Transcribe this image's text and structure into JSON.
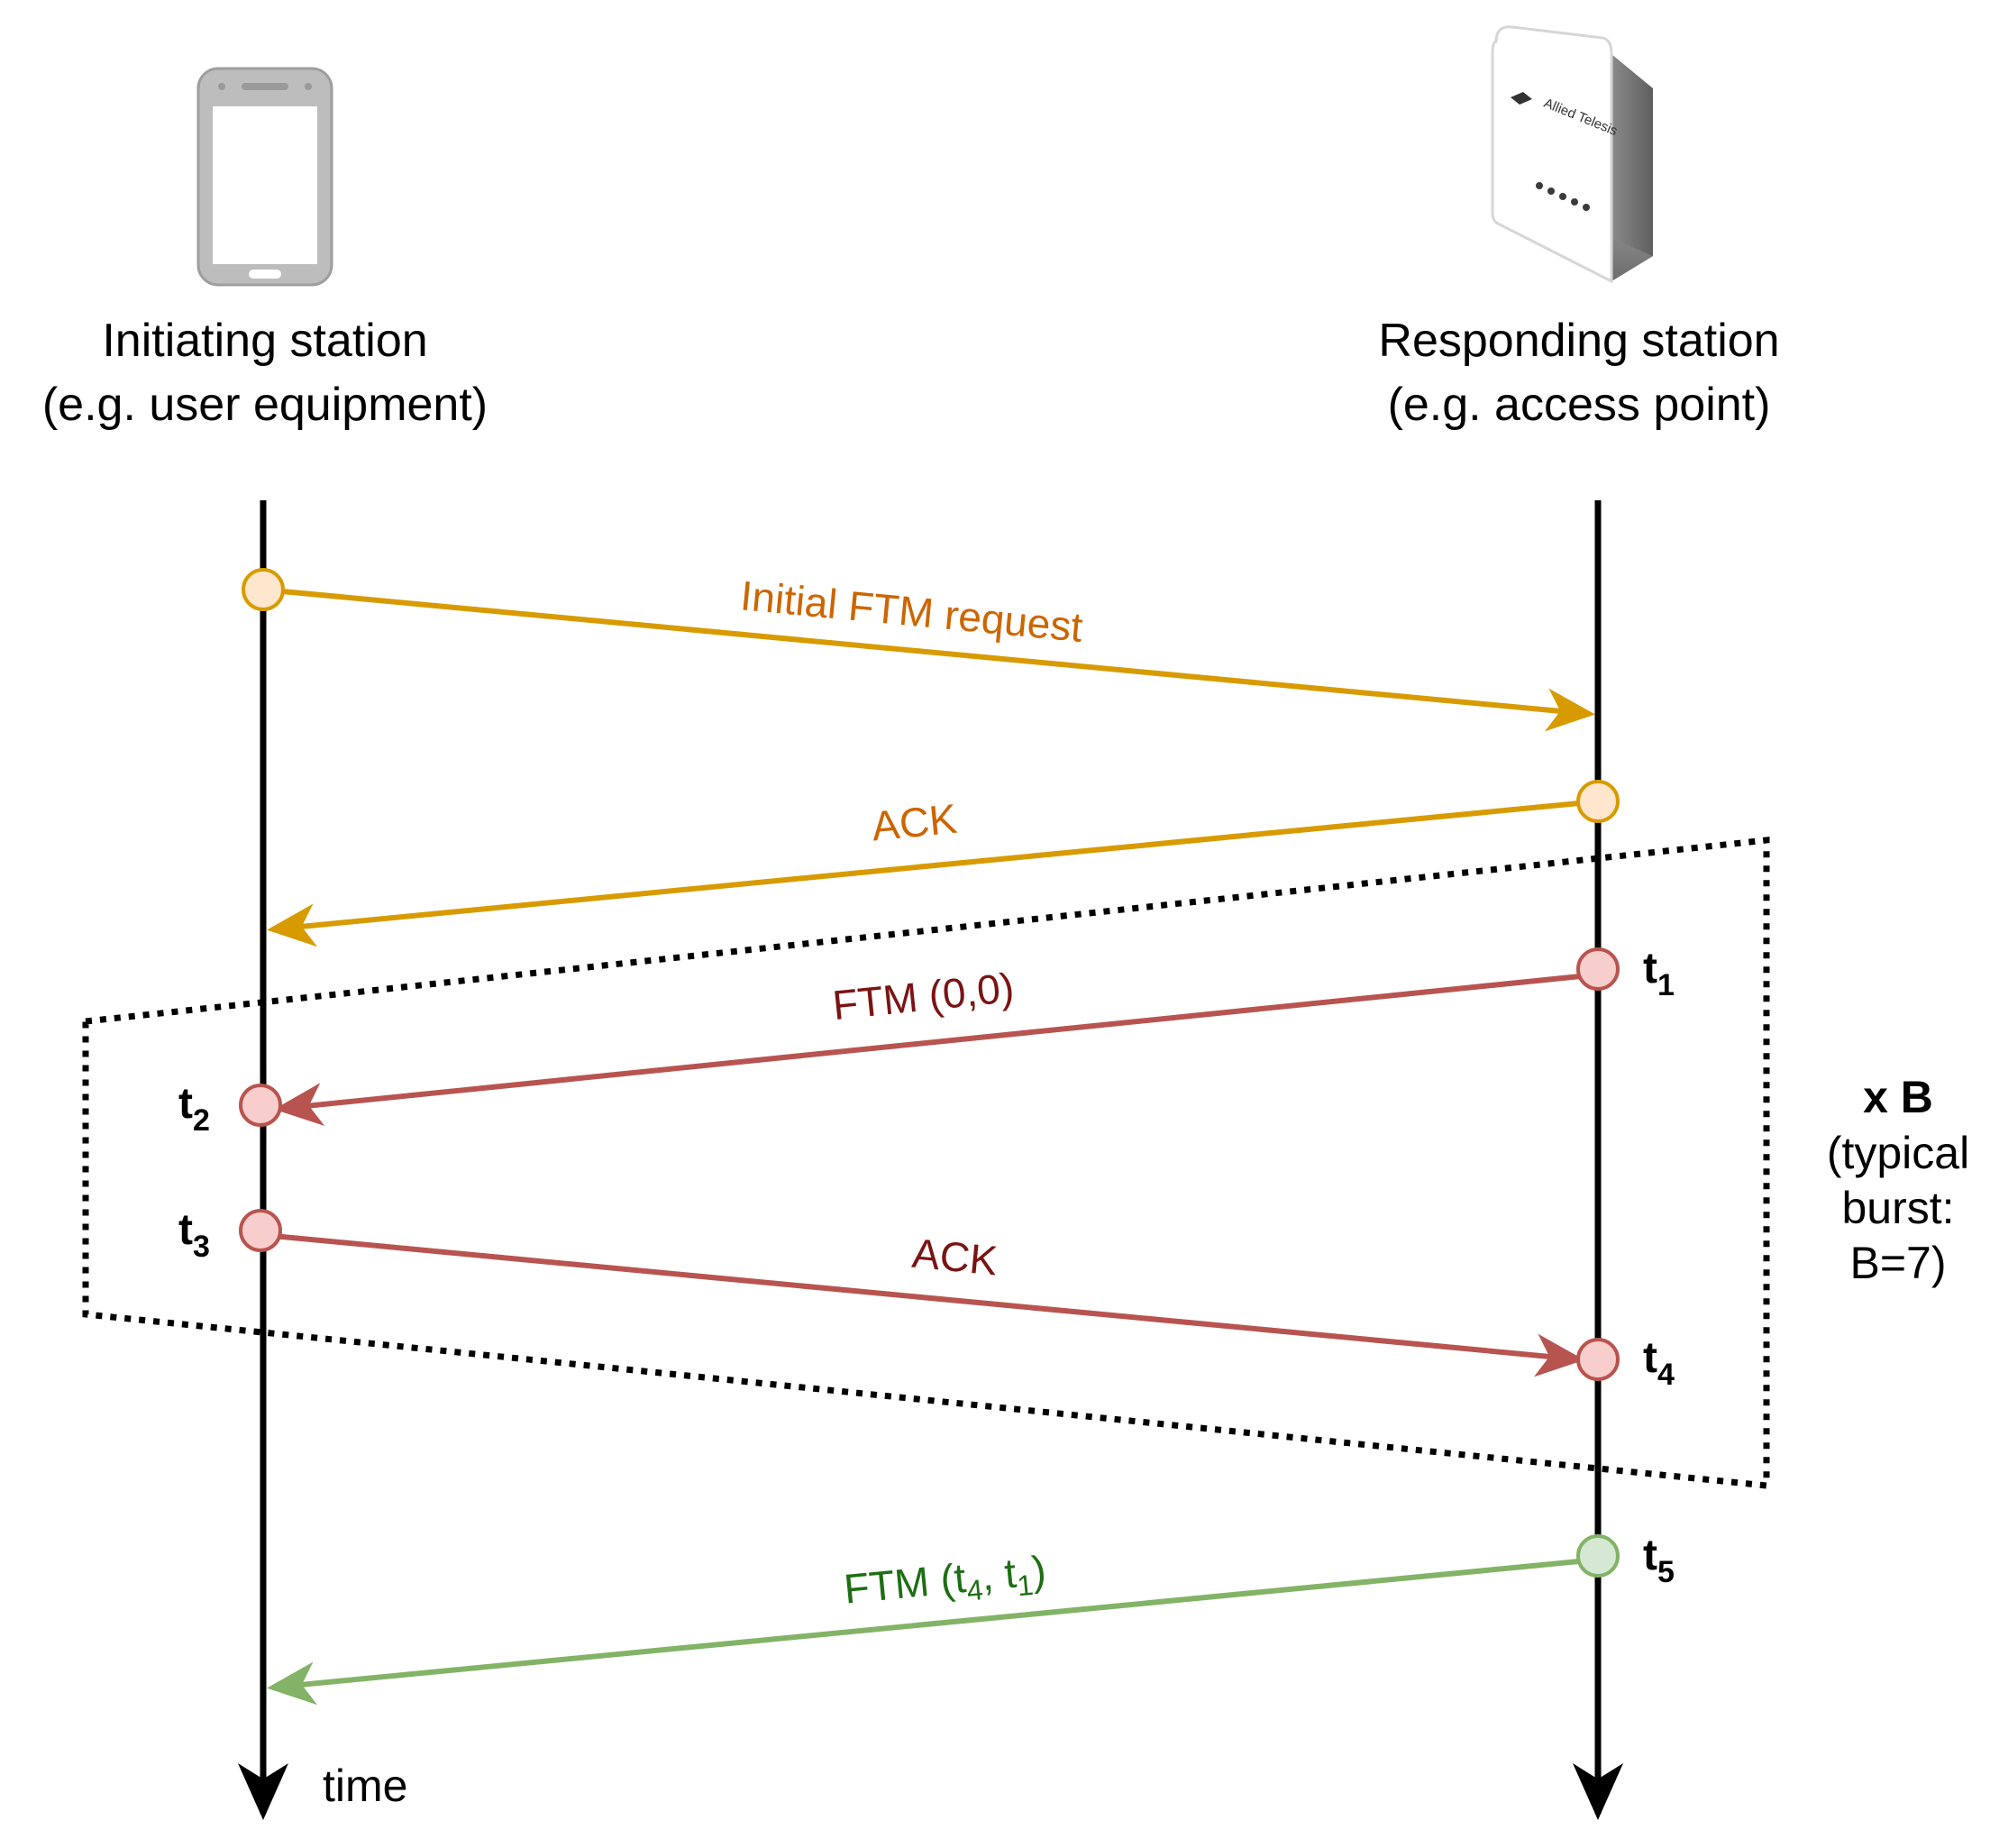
{
  "colors": {
    "request": "#d79b00",
    "request_text": "#cc6600",
    "request_node_fill": "#ffe6cc",
    "ftm": "#b85450",
    "ftm_text": "#7a1414",
    "ftm_node_fill": "#f8cecc",
    "final": "#82b366",
    "final_text": "#1e6e14",
    "final_node_fill": "#d5e8d4",
    "timeline": "#000000"
  },
  "initiator": {
    "icon": "smartphone-icon",
    "title": "Initiating station",
    "subtitle": "(e.g. user equipment)"
  },
  "responder": {
    "icon": "access-point-icon",
    "title": "Responding station",
    "subtitle": "(e.g. access point)",
    "brand": "Allied Telesis"
  },
  "messages": {
    "initial_request": "Initial FTM request",
    "ack1": "ACK",
    "ftm00": "FTM (0,0)",
    "ack2": "ACK",
    "ftm_final_prefix": "FTM (t",
    "ftm_final_sub1": "4",
    "ftm_final_mid": ", t",
    "ftm_final_sub2": "1",
    "ftm_final_suffix": ")"
  },
  "timestamps": {
    "t1": {
      "base": "t",
      "sub": "1"
    },
    "t2": {
      "base": "t",
      "sub": "2"
    },
    "t3": {
      "base": "t",
      "sub": "3"
    },
    "t4": {
      "base": "t",
      "sub": "4"
    },
    "t5": {
      "base": "t",
      "sub": "5"
    }
  },
  "burst": {
    "line1": "x B",
    "line2": "(typical",
    "line3": "burst:",
    "line4": "B=7)"
  },
  "time_axis_label": "time"
}
